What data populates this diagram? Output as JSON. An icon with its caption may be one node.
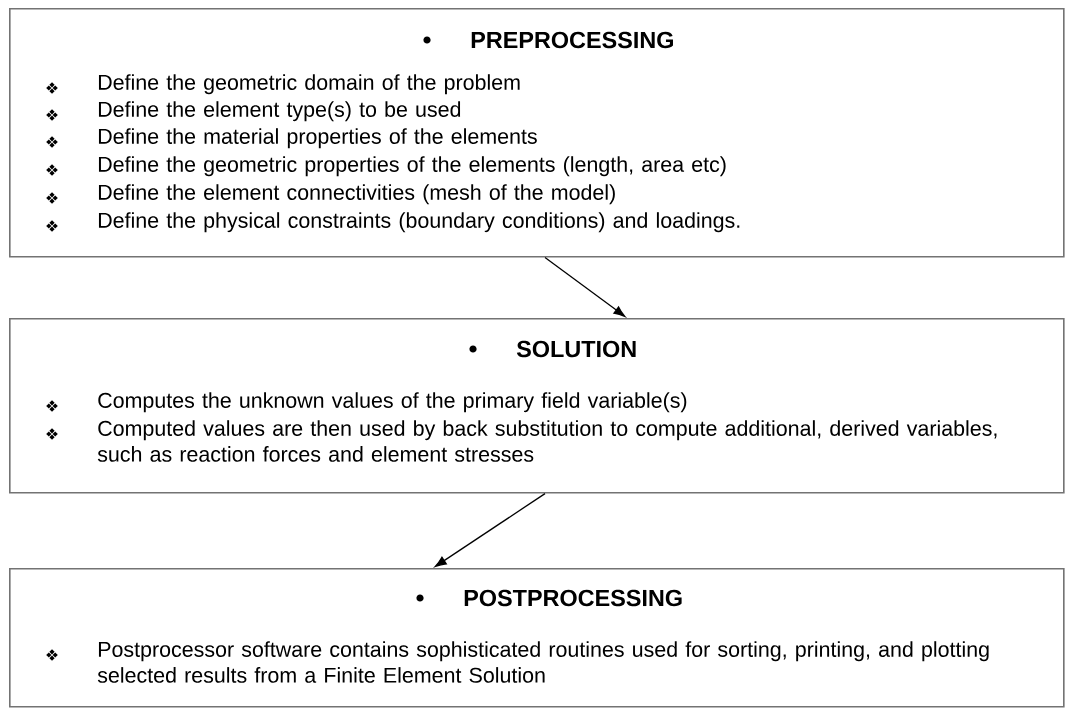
{
  "diagram": {
    "nodes": [
      {
        "text": [
          "PREPROCESSING",
          "Define the geometric domain of the problem",
          "Define the element type(s) to be used",
          "Define the material properties of the elements",
          "Define the geometric properties of the elements (length, area etc)",
          "Define the element connectivities (mesh of the model)",
          "Define the physical constraints (boundary conditions) and loadings."
        ]
      },
      {
        "text": [
          "SOLUTION",
          "Computes the unknown values of the primary field variable(s)",
          "Computed values are then used by back substitution to compute additional, derived variables, such as reaction forces and element stresses"
        ]
      },
      {
        "text": [
          "POSTPROCESSING",
          "Postprocessor software contains sophisticated routines used for sorting, printing, and plotting selected results from a Finite Element Solution"
        ]
      }
    ],
    "edges": [
      {
        "from": 0,
        "to": 1,
        "arrow": "to"
      },
      {
        "from": 1,
        "to": 2,
        "arrow": "to"
      }
    ]
  }
}
